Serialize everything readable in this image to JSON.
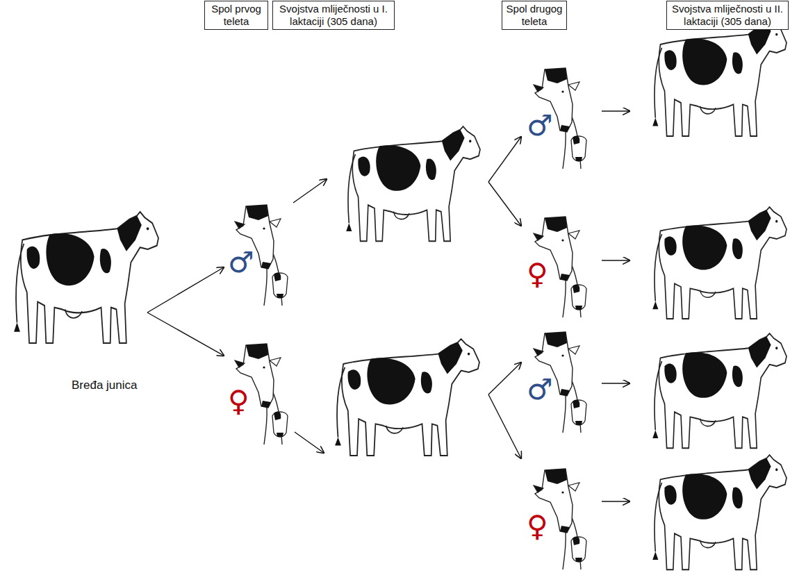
{
  "diagram": {
    "nodes": [
      {
        "text": [
          "Spol prvog teleta"
        ]
      },
      {
        "text": [
          "Svojstva mliječnosti u I. laktaciji (305 dana)"
        ]
      },
      {
        "text": [
          "Spol drugog teleta"
        ]
      },
      {
        "text": [
          "Svojstva mliječnosti u II. laktaciji (305 dana)"
        ]
      },
      {
        "text": [
          "Bređa junica"
        ]
      },
      {
        "text": [
          "♂"
        ]
      },
      {
        "text": [
          "♀"
        ]
      },
      {
        "text": [
          "♂"
        ]
      },
      {
        "text": [
          "♀"
        ]
      },
      {
        "text": [
          "♂"
        ]
      },
      {
        "text": [
          "♀"
        ]
      }
    ],
    "edges": [
      {
        "from": 4,
        "to": 5,
        "arrow": "to"
      },
      {
        "from": 4,
        "to": 6,
        "arrow": "to"
      }
    ]
  }
}
